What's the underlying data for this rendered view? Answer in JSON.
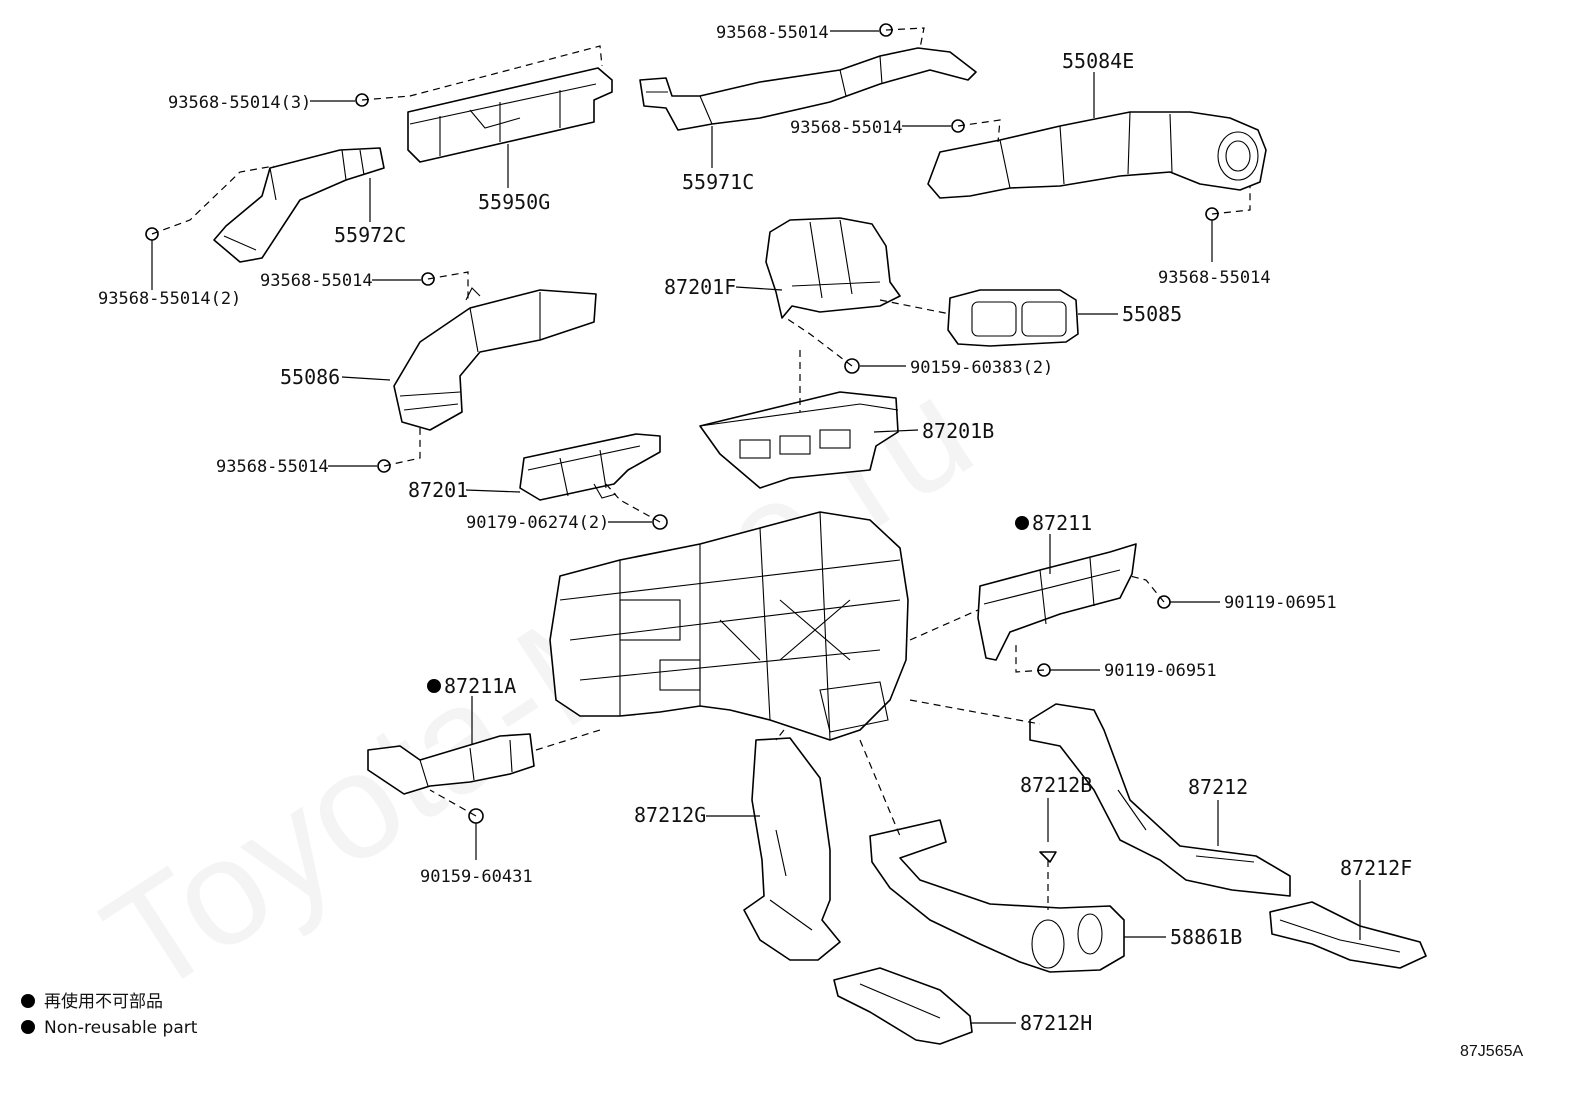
{
  "watermark": "Toyota-Mine.ru",
  "labels": {
    "p_93568_55014_3": "93568-55014(3)",
    "p_55950G": "55950G",
    "p_55972C": "55972C",
    "p_93568_55014_2": "93568-55014(2)",
    "p_93568_55014_a": "93568-55014",
    "p_55086": "55086",
    "p_93568_55014_b": "93568-55014",
    "p_87201": "87201",
    "p_90179_06274_2": "90179-06274(2)",
    "p_93568_55014_top": "93568-55014",
    "p_55971C": "55971C",
    "p_87201F": "87201F",
    "p_90159_60383_2": "90159-60383(2)",
    "p_87201B": "87201B",
    "p_55084E": "55084E",
    "p_93568_55014_c": "93568-55014",
    "p_93568_55014_d": "93568-55014",
    "p_55085": "55085",
    "p_87211": "87211",
    "p_90119_06951_a": "90119-06951",
    "p_90119_06951_b": "90119-06951",
    "p_87211A": "87211A",
    "p_90159_60431": "90159-60431",
    "p_87212G": "87212G",
    "p_87212B": "87212B",
    "p_87212": "87212",
    "p_87212F": "87212F",
    "p_58861B": "58861B",
    "p_87212H": "87212H"
  },
  "legend": {
    "line1": "再使用不可部品",
    "line2": "Non-reusable part"
  },
  "diagram_code": "87J565A"
}
